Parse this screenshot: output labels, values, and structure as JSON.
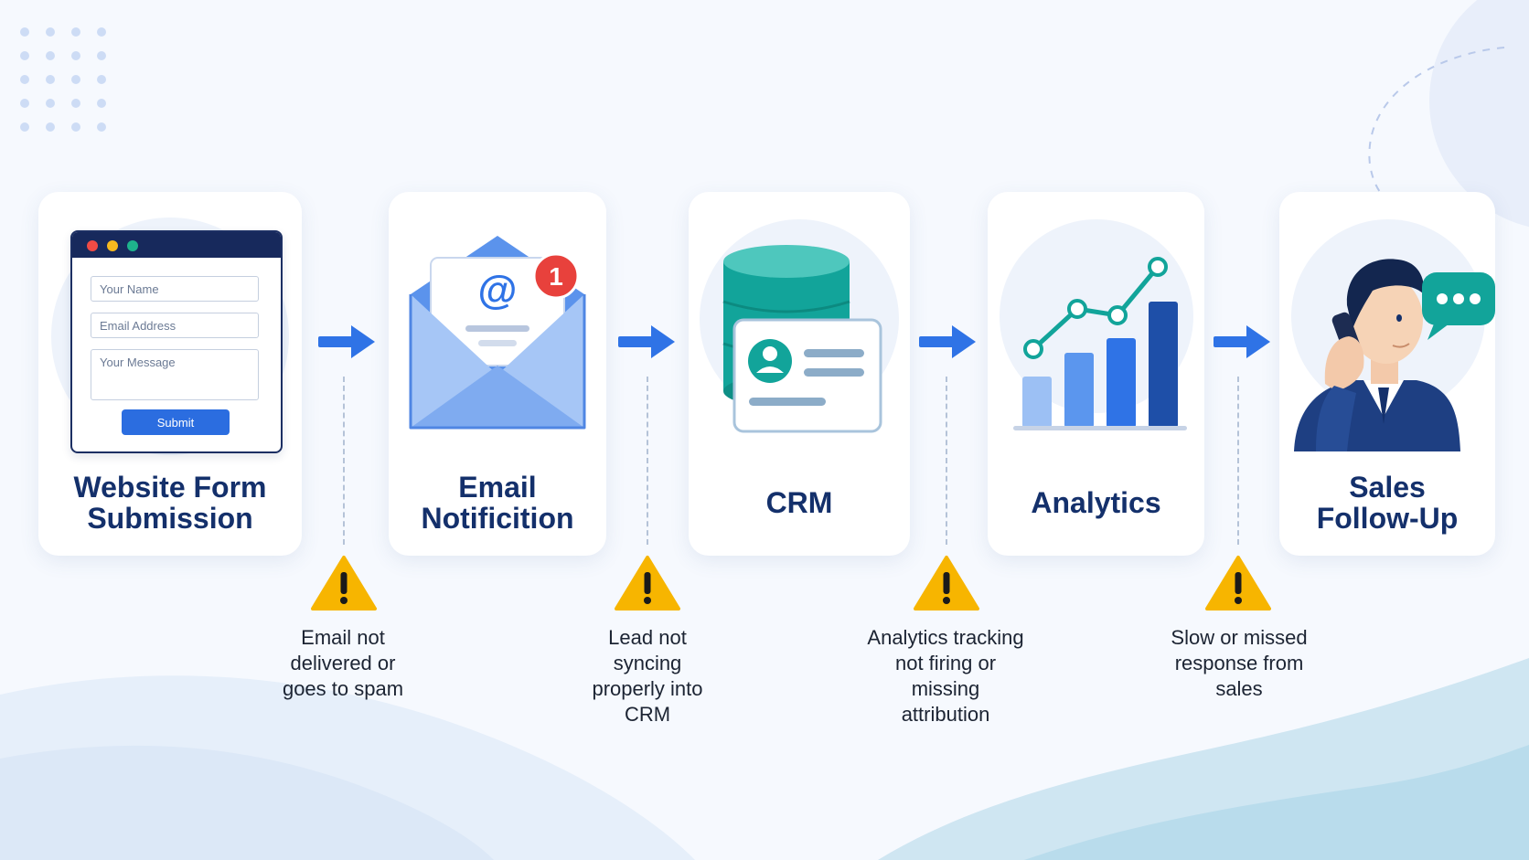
{
  "steps": [
    {
      "title_lines": [
        "Website Form",
        "Submission"
      ],
      "icon": "web-form-icon",
      "form": {
        "name_placeholder": "Your Name",
        "email_placeholder": "Email Address",
        "message_placeholder": "Your Message",
        "submit_label": "Submit"
      }
    },
    {
      "title_lines": [
        "Email",
        "Notificition"
      ],
      "icon": "email-envelope-icon",
      "badge": "1",
      "badge_symbol": "@"
    },
    {
      "title_lines": [
        "CRM"
      ],
      "icon": "crm-database-icon"
    },
    {
      "title_lines": [
        "Analytics"
      ],
      "icon": "analytics-chart-icon"
    },
    {
      "title_lines": [
        "Sales",
        "Follow-Up"
      ],
      "icon": "sales-person-phone-icon"
    }
  ],
  "issues": [
    {
      "lines": [
        "Email not",
        "delivered or",
        "goes to spam"
      ],
      "icon": "warning-icon"
    },
    {
      "lines": [
        "Lead not",
        "syncing",
        "properly into",
        "CRM"
      ],
      "icon": "warning-icon"
    },
    {
      "lines": [
        "Analytics tracking",
        "not firing or",
        "missing",
        "attribution"
      ],
      "icon": "warning-icon"
    },
    {
      "lines": [
        "Slow or missed",
        "response from",
        "sales"
      ],
      "icon": "warning-icon"
    }
  ],
  "colors": {
    "title": "#14306b",
    "arrow": "#2f73e6",
    "warning": "#f7b500",
    "badge": "#e8413c",
    "teal": "#1aa39a",
    "navy": "#17295c"
  }
}
